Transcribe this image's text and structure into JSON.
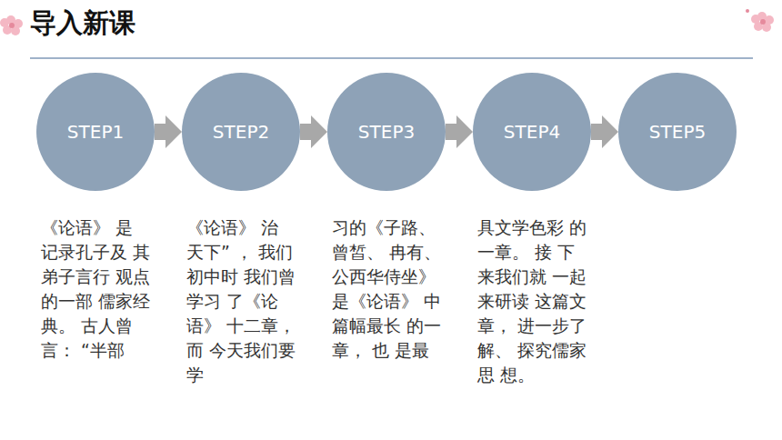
{
  "diagram": {
    "title": "导入新课",
    "nodes": [
      {
        "text": [
          "STEP1",
          "《论语》 是 记录孔子及 其弟子言行 观点的一部 儒家经典。 古人曾言： “半部"
        ]
      },
      {
        "text": [
          "STEP2",
          "《论语》 治 天下” ， 我们初中时 我们曾学习 了《论语》 十二章， 而 今天我们要 学"
        ]
      },
      {
        "text": [
          "STEP3",
          "习的《子路、 曾皙、 冉有、 公西华侍坐》 是《论语》 中篇幅最长 的一章， 也 是最"
        ]
      },
      {
        "text": [
          "STEP4",
          "具文学色彩 的一章。 接 下来我们就 一起来研读 这篇文章， 进一步了解、 探究儒家思 想。"
        ]
      },
      {
        "text": [
          "STEP5"
        ]
      }
    ],
    "edges": [
      {
        "from": 0,
        "to": 1,
        "arrow": "to"
      },
      {
        "from": 1,
        "to": 2,
        "arrow": "to"
      },
      {
        "from": 2,
        "to": 3,
        "arrow": "to"
      },
      {
        "from": 3,
        "to": 4,
        "arrow": "to"
      }
    ]
  }
}
